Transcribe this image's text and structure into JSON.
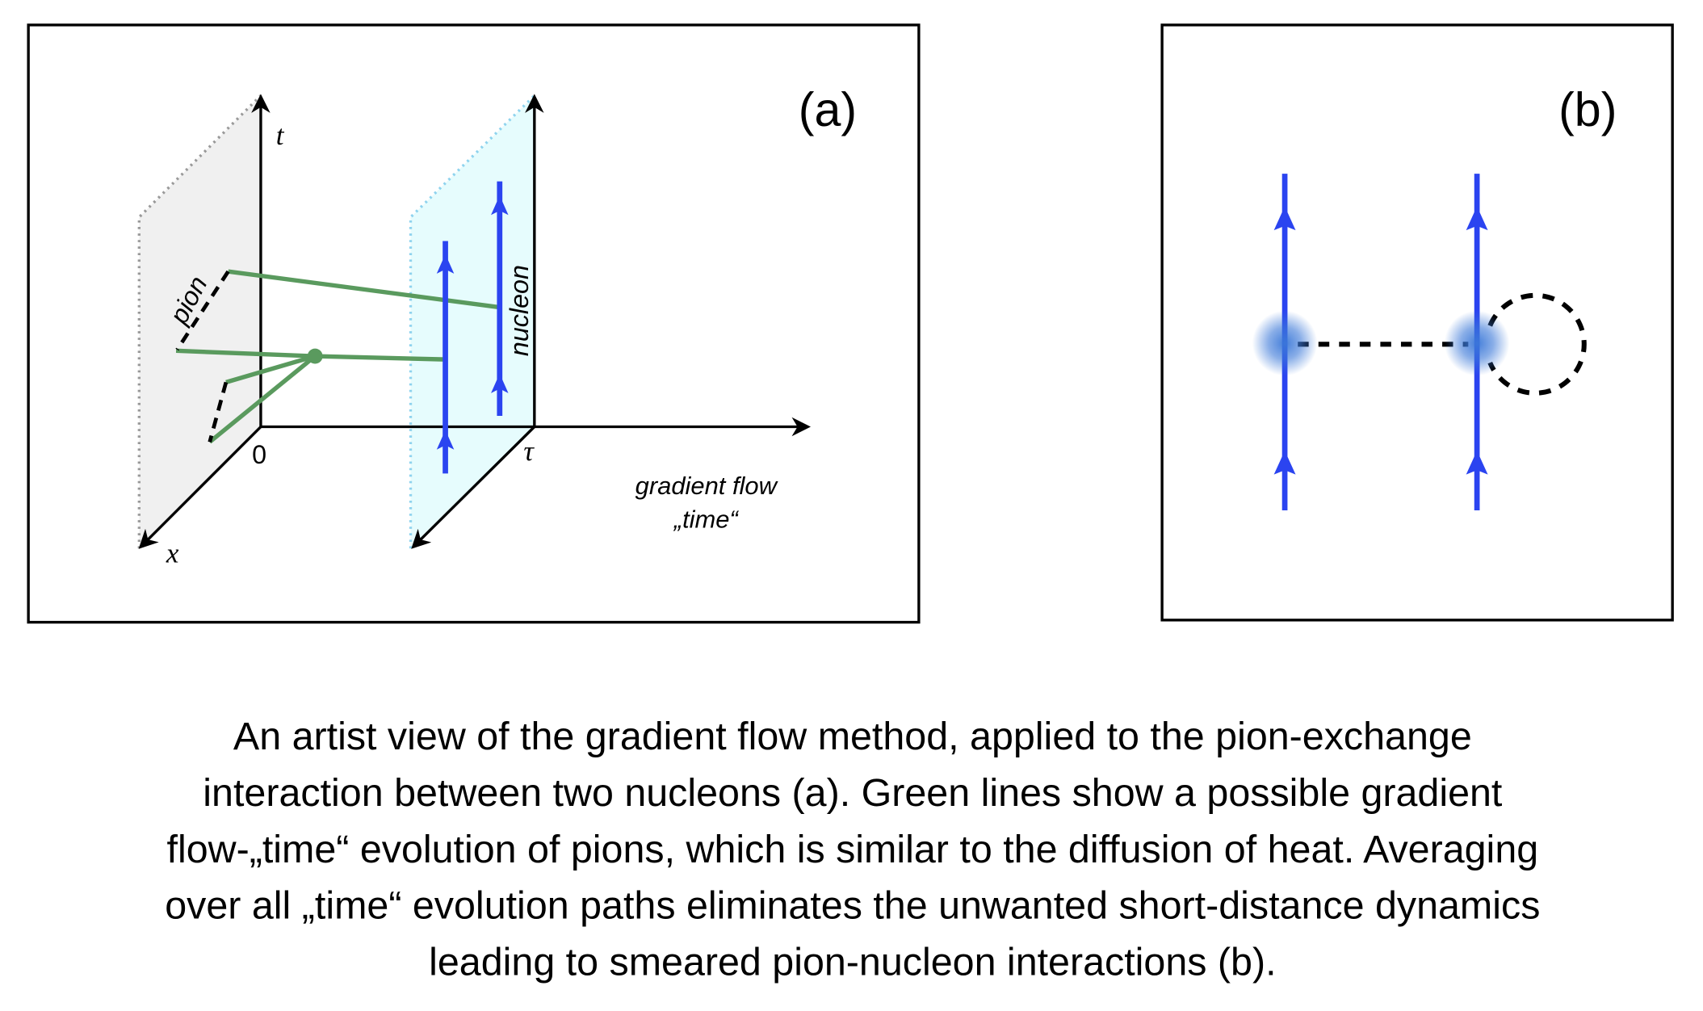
{
  "panel_a": {
    "label": "(a)",
    "t_axis_label": "t",
    "x_axis_label": "x⃗",
    "origin_label": "0",
    "tau_label": "τ",
    "flow_axis_label_line1": "gradient flow",
    "flow_axis_label_line2": "„time“",
    "pion_label": "pion",
    "nucleon_label": "nucleon"
  },
  "panel_b": {
    "label": "(b)"
  },
  "caption": {
    "lines": [
      "An artist view of the gradient flow method, applied to the pion-exchange",
      "interaction between two nucleons (a). Green lines show a possible gradient",
      "flow-„time“ evolution of pions, which is similar to the diffusion of heat. Averaging",
      "over all „time“ evolution paths eliminates the unwanted short-distance dynamics",
      "leading to smeared pion-nucleon interactions (b)."
    ]
  },
  "colors": {
    "nucleon": "#2b44f0",
    "pion_path": "#5a9a5e",
    "plane_zero": "#f0f0f0",
    "plane_tau": "#e6fcfd"
  }
}
